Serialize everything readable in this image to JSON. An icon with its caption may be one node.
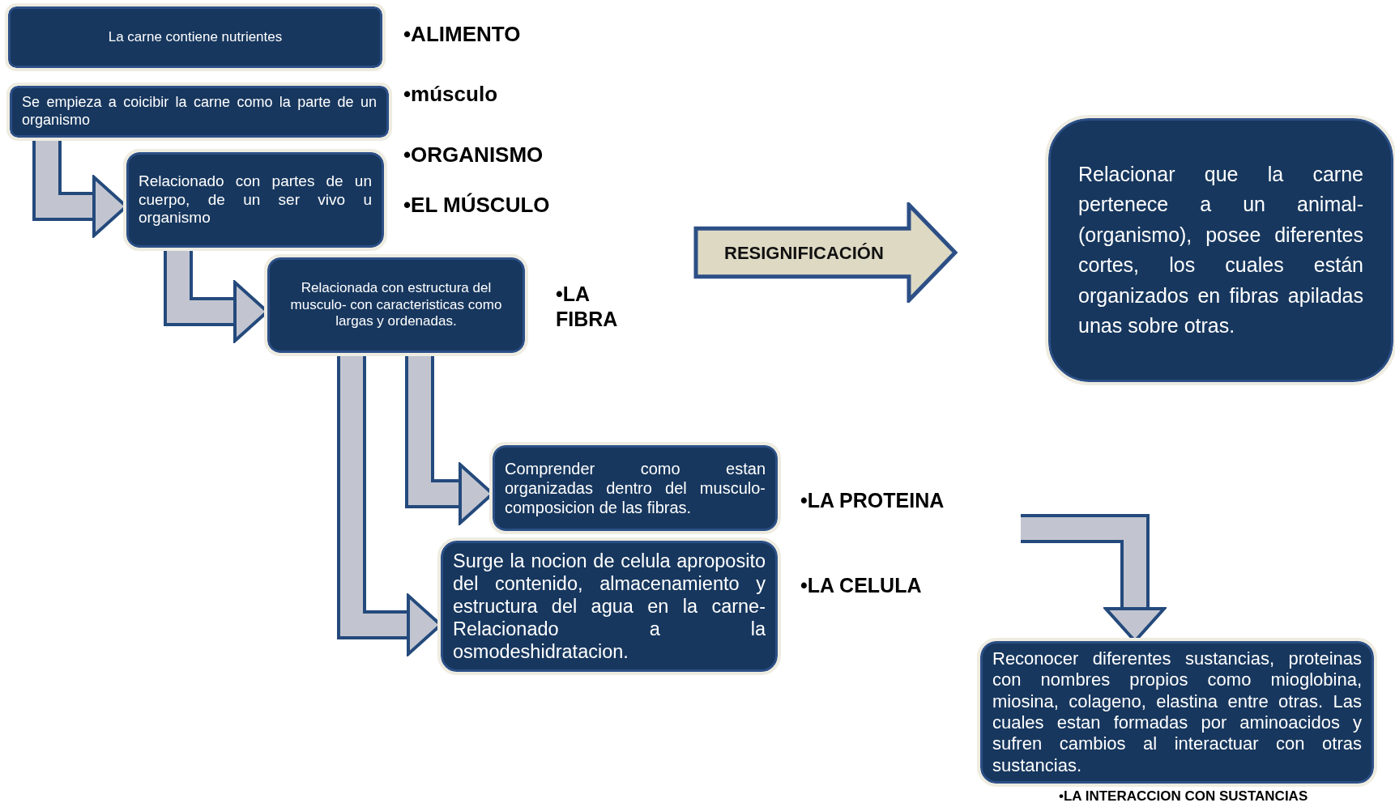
{
  "diagram": {
    "nodes": [
      {
        "text": [
          "La carne contiene nutrientes"
        ]
      },
      {
        "text": [
          "Se empieza a coicibir la carne como la parte de un organismo"
        ]
      },
      {
        "text": [
          "Relacionado con partes de un cuerpo, de un ser vivo u organismo"
        ]
      },
      {
        "text": [
          "Relacionada con estructura del musculo- con caracteristicas como largas y ordenadas."
        ]
      },
      {
        "text": [
          "Comprender como estan organizadas dentro del musculo- composicion de las fibras."
        ]
      },
      {
        "text": [
          "Surge la nocion de celula aproposito del contenido, almacenamiento y estructura del agua en la carne- Relacionado a la osmodeshidratacion."
        ]
      },
      {
        "text": [
          "RESIGNIFICACIÓN"
        ]
      },
      {
        "text": [
          "Relacionar que la carne pertenece a un animal-(organismo), posee diferentes cortes, los cuales están organizados en fibras apiladas unas sobre otras."
        ]
      },
      {
        "text": [
          "Reconocer diferentes sustancias, proteinas con nombres propios como mioglobina, miosina, colageno, elastina entre otras. Las cuales estan formadas por aminoacidos y sufren cambios al interactuar con otras sustancias."
        ],
        "beside": [
          "•LA INTERACCION CON SUSTANCIAS"
        ]
      }
    ],
    "edges": [
      {
        "from": 1,
        "to": 2,
        "arrow": "to"
      },
      {
        "from": 2,
        "to": 3,
        "arrow": "to"
      },
      {
        "from": 3,
        "to": 4,
        "arrow": "to"
      },
      {
        "from": 3,
        "to": 5,
        "arrow": "to"
      },
      {
        "from": null,
        "to": 8,
        "arrow": "to"
      }
    ],
    "labels": [
      "•ALIMENTO",
      "•músculo",
      "•ORGANISMO",
      "•EL MÚSCULO",
      "•LA FIBRA",
      "•LA PROTEINA",
      "•LA CELULA"
    ]
  }
}
